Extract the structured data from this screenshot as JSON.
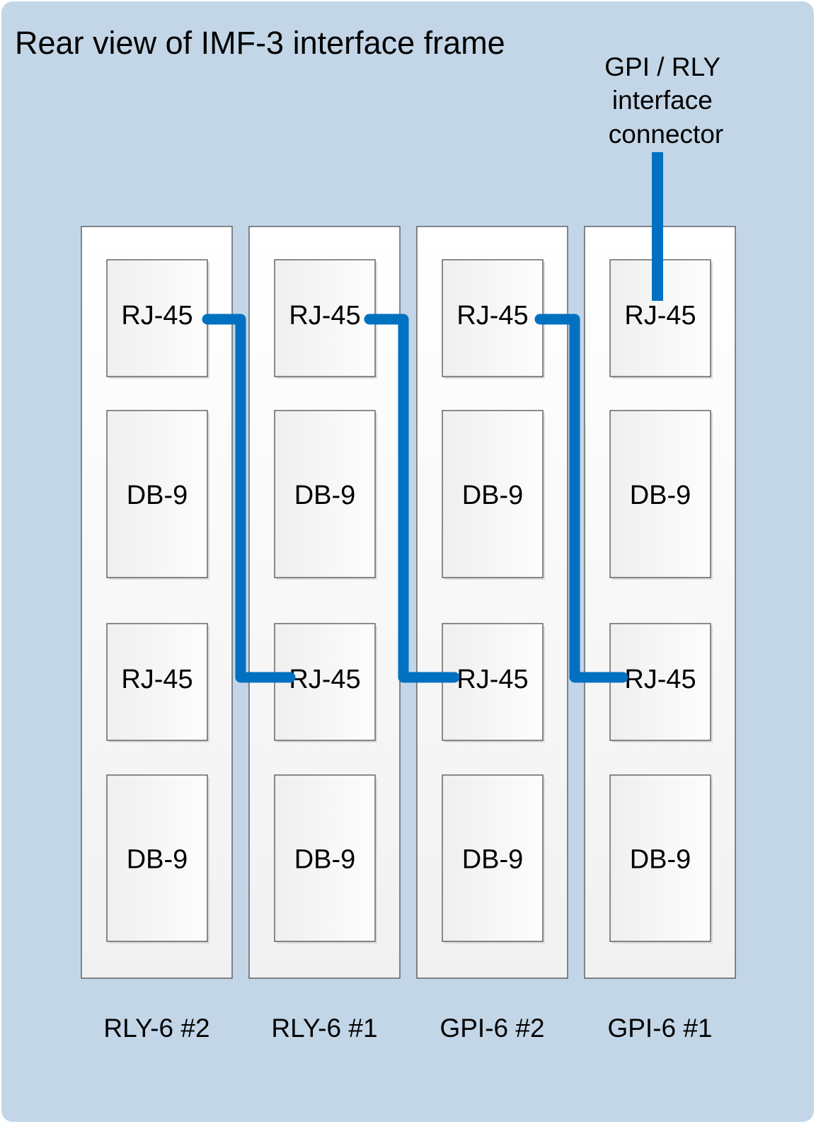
{
  "title": "Rear view of IMF-3 interface frame",
  "callout": {
    "lines": [
      "GPI / RLY",
      "interface",
      "connector"
    ]
  },
  "colors": {
    "background": "#c3d6e7",
    "wire": "#0070c0",
    "card": "#fbfbfb",
    "port": "#f3f3f3"
  },
  "cards": [
    {
      "label": "RLY-6 #2",
      "ports": [
        "RJ-45",
        "DB-9",
        "RJ-45",
        "DB-9"
      ]
    },
    {
      "label": "RLY-6 #1",
      "ports": [
        "RJ-45",
        "DB-9",
        "RJ-45",
        "DB-9"
      ]
    },
    {
      "label": "GPI-6 #2",
      "ports": [
        "RJ-45",
        "DB-9",
        "RJ-45",
        "DB-9"
      ]
    },
    {
      "label": "GPI-6 #1",
      "ports": [
        "RJ-45",
        "DB-9",
        "RJ-45",
        "DB-9"
      ]
    }
  ]
}
